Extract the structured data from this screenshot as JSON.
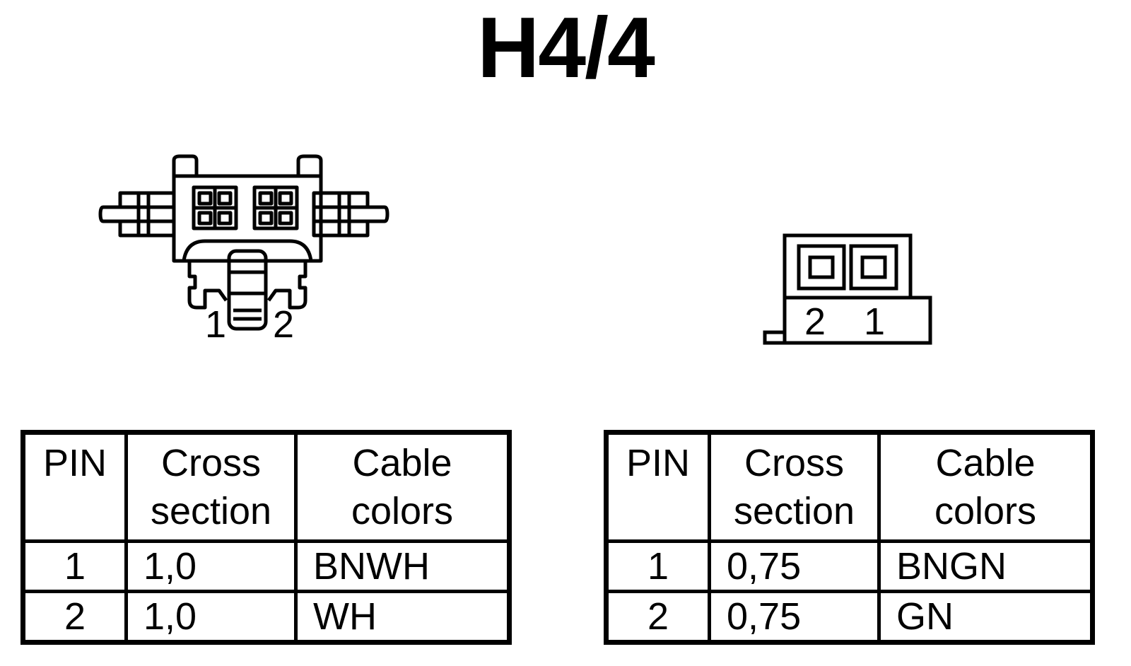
{
  "title": "H4/4",
  "connectors": {
    "left": {
      "pin_labels": [
        "1",
        "2"
      ]
    },
    "right": {
      "pin_labels": [
        "2",
        "1"
      ]
    }
  },
  "tables": [
    {
      "headers": {
        "pin": "PIN",
        "cross_section": [
          "Cross",
          "section"
        ],
        "cable_colors": [
          "Cable",
          "colors"
        ]
      },
      "rows": [
        {
          "pin": "1",
          "cross_section": "1,0",
          "cable_color": "BNWH"
        },
        {
          "pin": "2",
          "cross_section": "1,0",
          "cable_color": "WH"
        }
      ]
    },
    {
      "headers": {
        "pin": "PIN",
        "cross_section": [
          "Cross",
          "section"
        ],
        "cable_colors": [
          "Cable",
          "colors"
        ]
      },
      "rows": [
        {
          "pin": "1",
          "cross_section": "0,75",
          "cable_color": "BNGN"
        },
        {
          "pin": "2",
          "cross_section": "0,75",
          "cable_color": "GN"
        }
      ]
    }
  ]
}
